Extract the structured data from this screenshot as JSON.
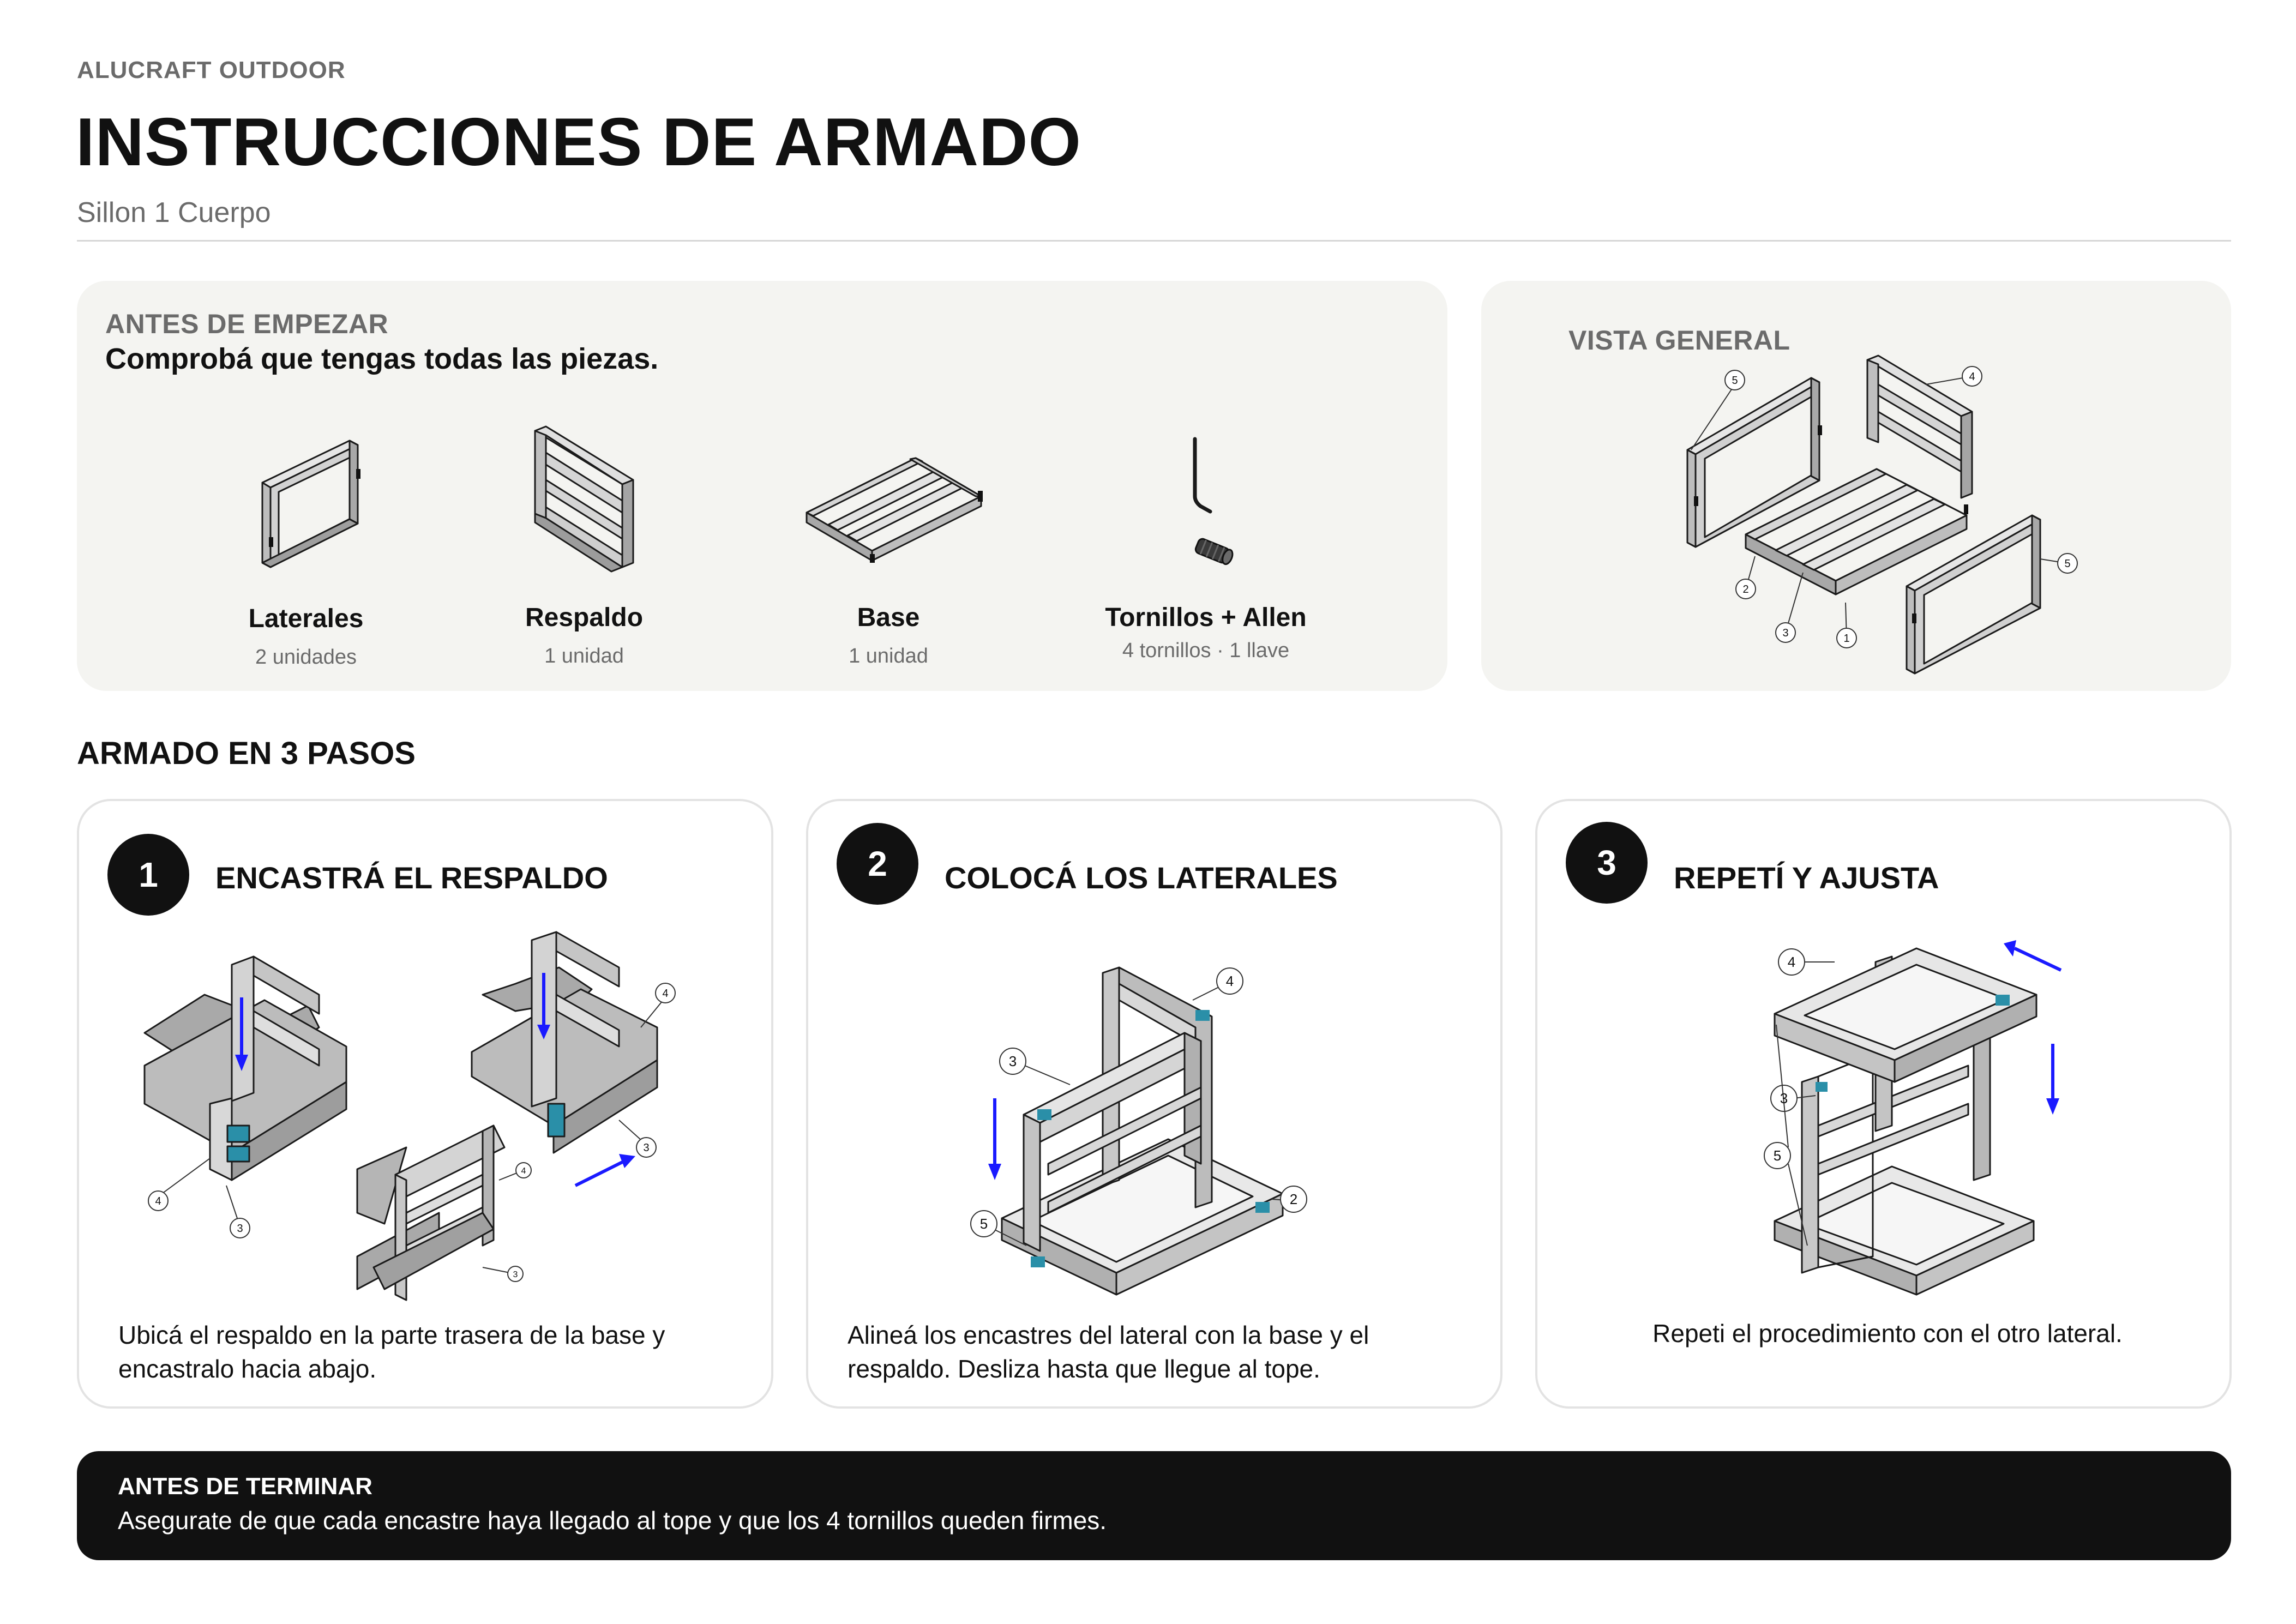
{
  "header": {
    "brand": "ALUCRAFT OUTDOOR",
    "title": "INSTRUCCIONES DE ARMADO",
    "subtitle": "Sillon 1 Cuerpo"
  },
  "parts_panel": {
    "kicker": "ANTES DE EMPEZAR",
    "lead": "Comprobá que tengas todas las piezas.",
    "parts": [
      {
        "name": "Laterales",
        "qty": "2 unidades",
        "icon": "side-frame-icon"
      },
      {
        "name": "Respaldo",
        "qty": "1 unidad",
        "icon": "backrest-frame-icon"
      },
      {
        "name": "Base",
        "qty": "1 unidad",
        "icon": "base-frame-icon"
      },
      {
        "name": "Tornillos + Allen",
        "qty": "4 tornillos · 1 llave",
        "icon": "screw-and-allen-key-icon"
      }
    ]
  },
  "overview_panel": {
    "kicker": "VISTA GENERAL",
    "callouts": [
      "5",
      "4",
      "5",
      "2",
      "3",
      "1"
    ]
  },
  "steps_section": {
    "title": "ARMADO EN 3 PASOS",
    "steps": [
      {
        "number": "1",
        "title": "ENCASTRÁ EL RESPALDO",
        "text": "Ubicá el respaldo en la parte trasera de la base y encastralo hacia abajo.",
        "callouts": [
          "4",
          "3",
          "4",
          "3",
          "4",
          "3"
        ]
      },
      {
        "number": "2",
        "title": "COLOCÁ LOS LATERALES",
        "text": "Alineá los encastres del lateral con la base y el respaldo. Desliza hasta que llegue al tope.",
        "callouts": [
          "4",
          "3",
          "5",
          "2"
        ]
      },
      {
        "number": "3",
        "title": "REPETÍ Y AJUSTA",
        "text": "Repeti el procedimiento con el otro lateral.",
        "callouts": [
          "4",
          "3",
          "5"
        ]
      }
    ]
  },
  "footer": {
    "kicker": "ANTES DE TERMINAR",
    "text": "Asegurate de que cada encastre haya llegado al tope y que los 4 tornillos queden firmes."
  },
  "colors": {
    "panel_bg": "#f4f4f1",
    "text_primary": "#111111",
    "text_secondary": "#6b6b6b",
    "arrow_blue": "#1a1aff",
    "connector_teal": "#2a8fa8",
    "footer_bg": "#111111"
  }
}
